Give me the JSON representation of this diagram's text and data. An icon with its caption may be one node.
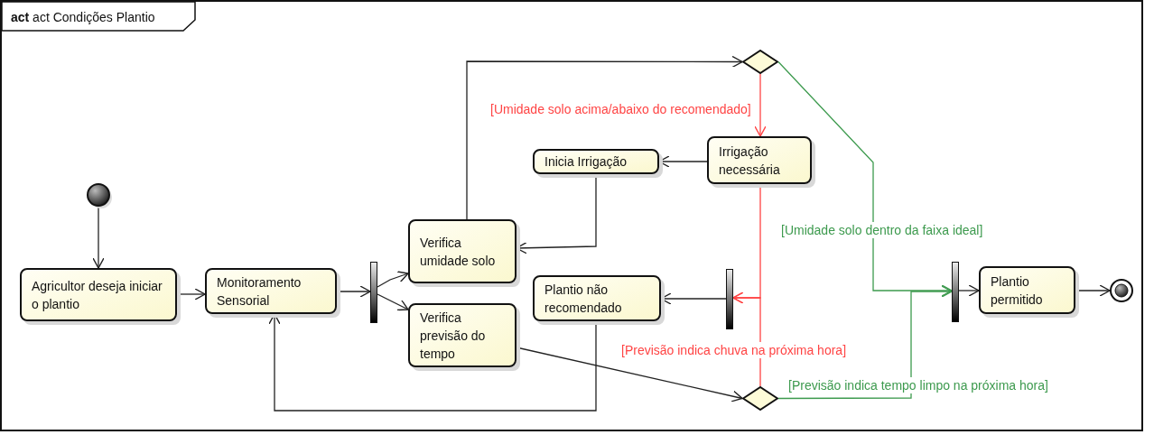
{
  "diagram": {
    "nodes": [
      {
        "text": [
          "**act** act Condições Plantio"
        ]
      },
      {
        "text": [],
        "shape": "circle",
        "in": 0
      },
      {
        "text": [
          "Agricultor deseja iniciar o plantio"
        ],
        "in": 0
      },
      {
        "text": [
          "Monitoramento Sensorial"
        ],
        "in": 0
      },
      {
        "text": [],
        "shape": "bar",
        "in": 0
      },
      {
        "text": [
          "Verifica umidade solo"
        ],
        "in": 0
      },
      {
        "text": [
          "Verifica previsão do tempo"
        ],
        "in": 0
      },
      {
        "text": [],
        "shape": "diamond",
        "in": 0
      },
      {
        "text": [
          "Inicia Irrigação"
        ],
        "in": 0
      },
      {
        "text": [
          "Irrigação necessária"
        ],
        "in": 0
      },
      {
        "text": [
          "Plantio não recomendado"
        ],
        "in": 0
      },
      {
        "text": [],
        "shape": "bar",
        "in": 0
      },
      {
        "text": [],
        "shape": "diamond",
        "in": 0
      },
      {
        "text": [],
        "shape": "bar",
        "in": 0
      },
      {
        "text": [
          "Plantio permitido"
        ],
        "in": 0
      },
      {
        "text": [],
        "shape": "circle",
        "in": 0
      }
    ],
    "edges": [
      {
        "from": 1,
        "to": 2,
        "arrow": "to"
      },
      {
        "from": 2,
        "to": 3,
        "arrow": "to"
      },
      {
        "from": 3,
        "to": 4,
        "arrow": "to"
      },
      {
        "from": 4,
        "to": 5,
        "arrow": "to"
      },
      {
        "from": 4,
        "to": 6,
        "arrow": "to"
      },
      {
        "from": 5,
        "to": 7,
        "arrow": "to"
      },
      {
        "from": 7,
        "to": 9,
        "arrow": "to",
        "label": "[Umidade solo acima/abaixo do recomendado]",
        "color": "#ff4444"
      },
      {
        "from": 9,
        "to": 8,
        "arrow": "to"
      },
      {
        "from": 8,
        "to": 5,
        "arrow": "to"
      },
      {
        "from": 7,
        "to": 13,
        "arrow": "to",
        "label": "[Umidade solo dentro da faixa ideal]",
        "color": "#3d9a4e"
      },
      {
        "from": 9,
        "to": 11,
        "arrow": "to",
        "color": "#ff4444"
      },
      {
        "from": 12,
        "to": 11,
        "arrow": "to",
        "label": "[Previsão indica chuva na próxima hora]",
        "color": "#ff4444"
      },
      {
        "from": 11,
        "to": 10,
        "arrow": "to"
      },
      {
        "from": 10,
        "to": 3,
        "arrow": "to"
      },
      {
        "from": 6,
        "to": 12,
        "arrow": "to"
      },
      {
        "from": 12,
        "to": 13,
        "arrow": "to",
        "label": "[Previsão indica tempo limpo na próxima hora]",
        "color": "#3d9a4e"
      },
      {
        "from": 13,
        "to": 14,
        "arrow": "to"
      },
      {
        "from": 14,
        "to": 15,
        "arrow": "to"
      }
    ]
  }
}
